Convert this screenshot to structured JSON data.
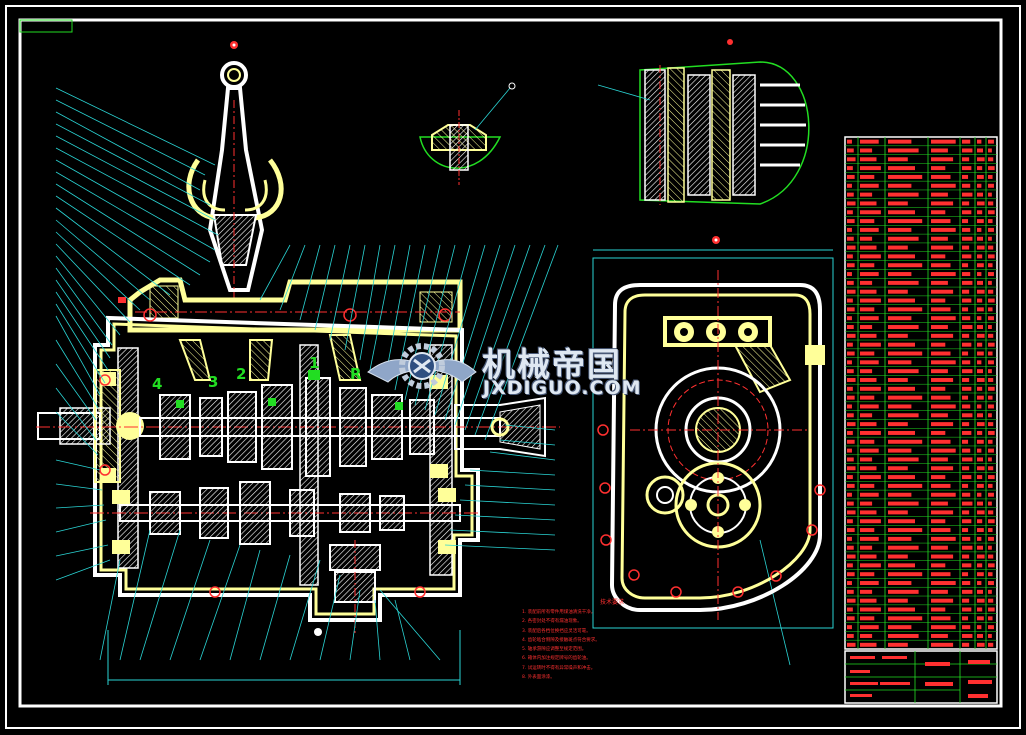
{
  "watermark": {
    "name_cn": "机械帝国",
    "name_en": "JXDIGUO.COM",
    "logo_icon": "eagle-gear-logo-icon"
  },
  "gear_labels": [
    "4",
    "3",
    "2",
    "1",
    "R"
  ],
  "colors": {
    "background": "#000000",
    "frame": "#ffffff",
    "outline": "#ffff99",
    "leader_lines": "#2ad4d4",
    "centerline": "#ff3030",
    "text": "#ff3030",
    "hatch": "#ffffff",
    "table_green": "#22dd22"
  },
  "technical_requirements": {
    "title": "技术要求",
    "items": [
      "1. 装配前所有零件用煤油清洗干净。",
      "2. 各密封处不得有漏油现象。",
      "3. 装配后各档位换挡应灵活可靠。",
      "4. 齿轮啮合侧隙及接触斑点符合要求。",
      "5. 轴承游隙应调整至规定范围。",
      "6. 箱体内加注规定牌号的齿轮油。",
      "7. 试运转时不得有异常噪声和冲击。",
      "8. 外表面涂漆。"
    ]
  }
}
